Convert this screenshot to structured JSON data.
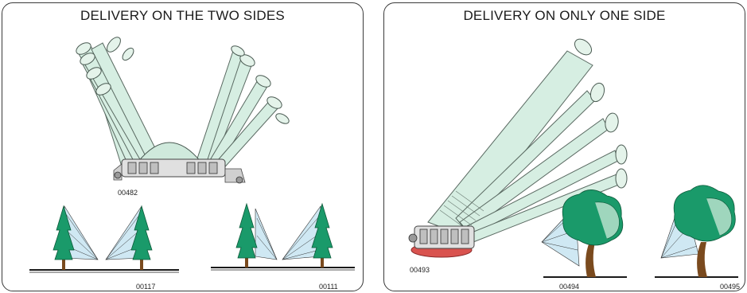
{
  "left_panel": {
    "title": "DELIVERY ON THE TWO SIDES",
    "machine_code": "00482",
    "diagram_codes": [
      "00117",
      "00111"
    ]
  },
  "right_panel": {
    "title": "DELIVERY ON ONLY ONE SIDE",
    "machine_code": "00493",
    "diagram_codes": [
      "00494",
      "00495"
    ]
  },
  "colors": {
    "border": "#3a3a3a",
    "tree_green": "#1a9a6a",
    "tree_dark": "#0d5a3a",
    "spray_blue": "#cfe8f3",
    "duct_green": "#cfe9dc",
    "trunk_brown": "#7a4a1e",
    "ground": "#1a1a1a",
    "base_red": "#d9534f"
  }
}
